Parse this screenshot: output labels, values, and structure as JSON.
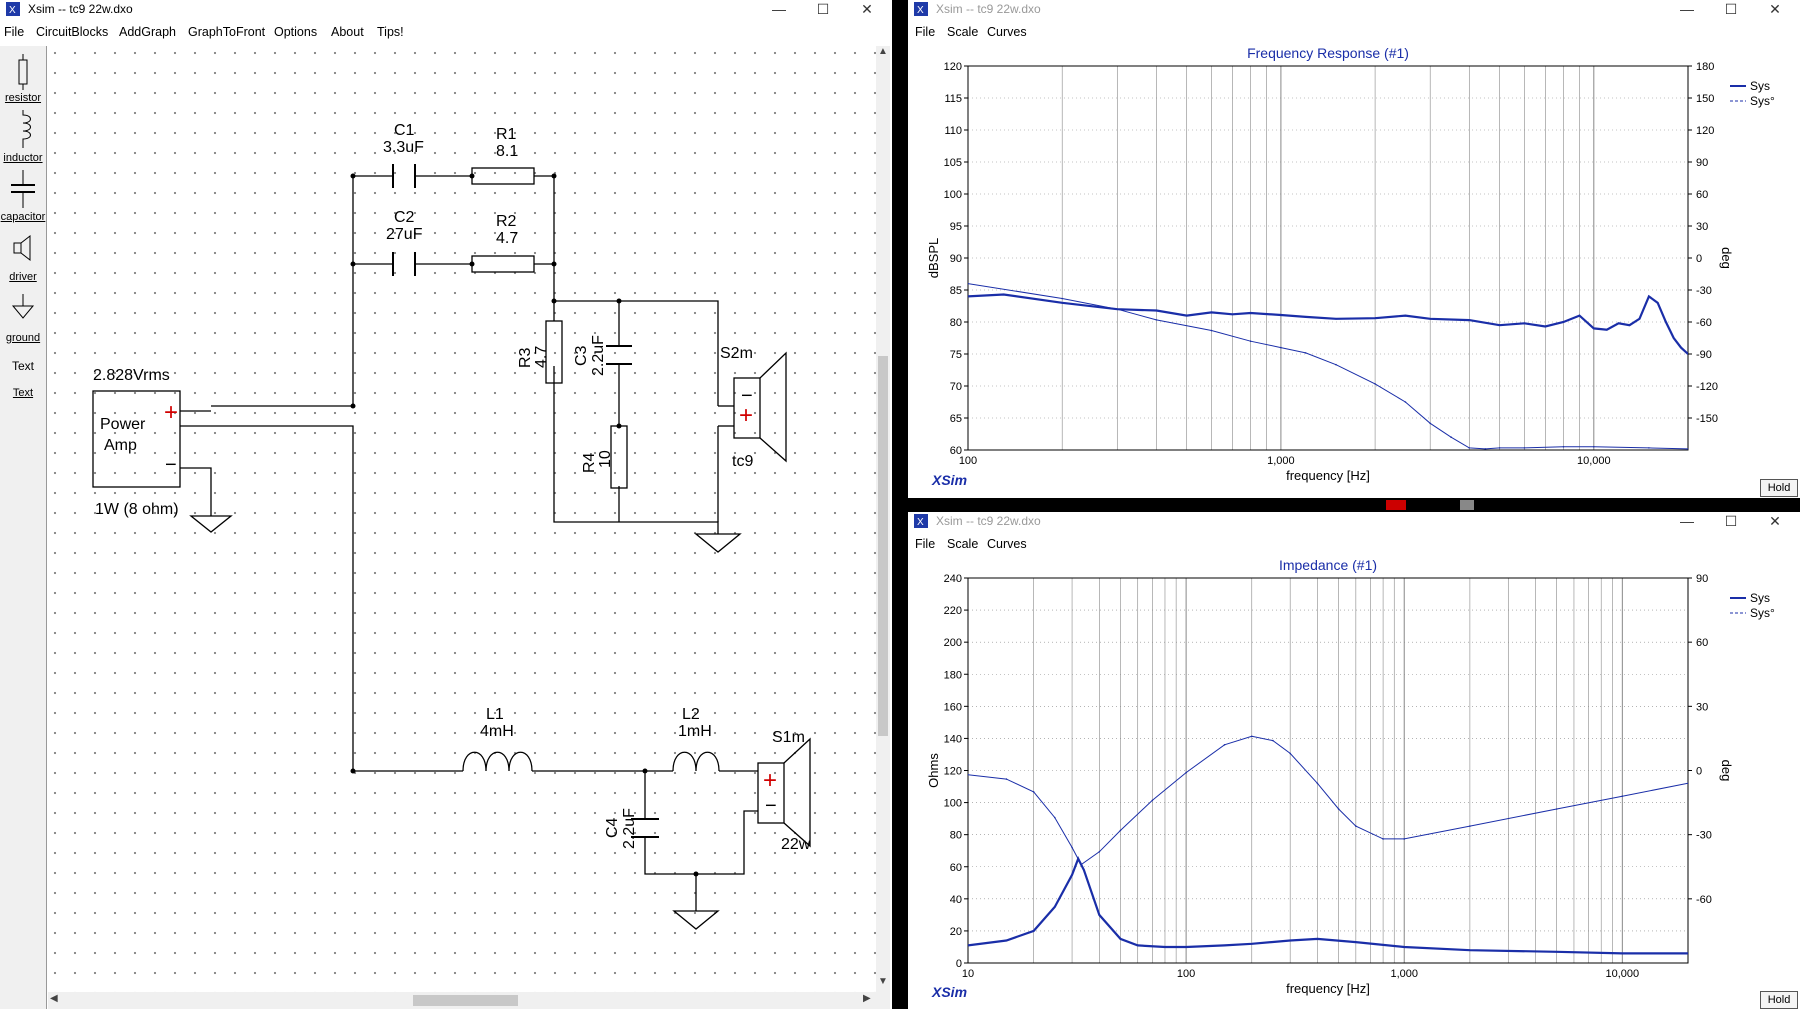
{
  "left_window": {
    "title": "Xsim -- tc9 22w.dxo",
    "menu": [
      "File",
      "CircuitBlocks",
      "AddGraph",
      "GraphToFront",
      "Options",
      "About",
      "Tips!"
    ],
    "tools": [
      "resistor",
      "inductor",
      "capacitor",
      "driver",
      "ground",
      "Text",
      "Text"
    ],
    "schematic": {
      "c1_name": "C1",
      "c1_value": "3.3uF",
      "r1_name": "R1",
      "r1_value": "8.1",
      "c2_name": "C2",
      "c2_value": "27uF",
      "r2_name": "R2",
      "r2_value": "4.7",
      "r3_name": "R3",
      "r3_value": "4.7",
      "c3_name": "C3",
      "c3_value": "2.2uF",
      "r4_name": "R4",
      "r4_value": "10",
      "amp_voltage": "2.828Vrms",
      "amp_label_1": "Power",
      "amp_label_2": "Amp",
      "amp_power": "1W (8 ohm)",
      "s2m_name": "S2m",
      "s2m_label": "tc9",
      "l1_name": "L1",
      "l1_value": "4mH",
      "l2_name": "L2",
      "l2_value": "1mH",
      "c4_name": "C4",
      "c4_value": "2.2uF",
      "s1m_name": "S1m",
      "s1m_label": "22w",
      "plus": "+",
      "minus": "−"
    }
  },
  "freq_window": {
    "title": "Xsim -- tc9 22w.dxo",
    "menu": [
      "File",
      "Scale",
      "Curves"
    ],
    "hold_label": "Hold",
    "brand": "XSim"
  },
  "imp_window": {
    "title": "Xsim -- tc9 22w.dxo",
    "menu": [
      "File",
      "Scale",
      "Curves"
    ],
    "hold_label": "Hold",
    "brand": "XSim"
  },
  "window_controls": {
    "minimize": "—",
    "maximize": "☐",
    "close": "✕"
  },
  "colors": {
    "curve": "#1a2ea8",
    "title": "#1a2ea8",
    "grid": "#888888"
  },
  "chart_data": [
    {
      "type": "line",
      "title": "Frequency Response (#1)",
      "xlabel": "frequency [Hz]",
      "ylabel": "dBSPL",
      "y2label": "deg",
      "xscale": "log",
      "xlim": [
        100,
        20000
      ],
      "ylim": [
        60,
        120
      ],
      "y2lim": [
        -180,
        180
      ],
      "x_tick_labels": [
        "100",
        "1,000",
        "10,000"
      ],
      "x_tick_values": [
        100,
        1000,
        10000
      ],
      "y_ticks": [
        60,
        65,
        70,
        75,
        80,
        85,
        90,
        95,
        100,
        105,
        110,
        115,
        120
      ],
      "y2_ticks": [
        -150,
        -120,
        -90,
        -60,
        -30,
        0,
        30,
        60,
        90,
        120,
        150,
        180
      ],
      "legend": [
        "Sys",
        "Sys°"
      ],
      "legend_position": "right",
      "grid": true,
      "series": [
        {
          "name": "Sys",
          "axis": "left",
          "style": "solid",
          "x": [
            100,
            130,
            200,
            300,
            400,
            500,
            600,
            700,
            800,
            1000,
            1200,
            1500,
            2000,
            2500,
            3000,
            4000,
            5000,
            6000,
            7000,
            8000,
            9000,
            10000,
            11000,
            12000,
            13000,
            14000,
            15000,
            16000,
            17000,
            18000,
            19000,
            20000
          ],
          "y": [
            84,
            84.3,
            83,
            82,
            81.8,
            81,
            81.5,
            81.2,
            81.4,
            81.1,
            80.8,
            80.5,
            80.6,
            81,
            80.5,
            80.3,
            79.5,
            79.8,
            79.3,
            80,
            81,
            79,
            78.8,
            79.8,
            79.5,
            80.5,
            84,
            83,
            80,
            77.5,
            76,
            75
          ]
        },
        {
          "name": "Sys°",
          "axis": "right",
          "style": "dashed",
          "x": [
            100,
            200,
            300,
            400,
            600,
            800,
            1000,
            1200,
            1500,
            2000,
            2500,
            3000,
            3500,
            4000,
            4500,
            5000,
            6000,
            8000,
            10000,
            15000,
            20000
          ],
          "y": [
            -24,
            -38,
            -48,
            -58,
            -68,
            -78,
            -84,
            -89,
            -100,
            -118,
            -135,
            -155,
            -168,
            -178,
            -179,
            -178,
            -178,
            -177,
            -177,
            -178,
            -179
          ]
        }
      ]
    },
    {
      "type": "line",
      "title": "Impedance (#1)",
      "xlabel": "frequency [Hz]",
      "ylabel": "Ohms",
      "y2label": "deg",
      "xscale": "log",
      "xlim": [
        10,
        20000
      ],
      "ylim": [
        0,
        240
      ],
      "y2lim": [
        -90,
        90
      ],
      "x_tick_labels": [
        "10",
        "100",
        "1,000",
        "10,000"
      ],
      "x_tick_values": [
        10,
        100,
        1000,
        10000
      ],
      "y_ticks": [
        0,
        20,
        40,
        60,
        80,
        100,
        120,
        140,
        160,
        180,
        200,
        220,
        240
      ],
      "y2_ticks": [
        -60,
        -30,
        0,
        30,
        60,
        90
      ],
      "legend": [
        "Sys",
        "Sys°"
      ],
      "legend_position": "right",
      "grid": true,
      "series": [
        {
          "name": "Sys",
          "axis": "left",
          "style": "solid",
          "x": [
            10,
            15,
            20,
            25,
            30,
            32,
            34,
            40,
            50,
            60,
            80,
            100,
            150,
            200,
            300,
            400,
            600,
            1000,
            2000,
            5000,
            10000,
            20000
          ],
          "y": [
            11,
            14,
            20,
            35,
            55,
            65,
            58,
            30,
            15,
            11,
            10,
            10,
            11,
            12,
            14,
            15,
            13,
            10,
            8,
            7,
            6,
            6
          ]
        },
        {
          "name": "Sys°",
          "axis": "right",
          "style": "solid-thin",
          "x": [
            10,
            15,
            20,
            25,
            30,
            33,
            40,
            50,
            70,
            100,
            150,
            200,
            250,
            300,
            400,
            500,
            600,
            800,
            1000,
            2000,
            5000,
            10000,
            20000
          ],
          "y": [
            -2,
            -4,
            -10,
            -22,
            -36,
            -44,
            -38,
            -28,
            -14,
            -1,
            12,
            16,
            14,
            8,
            -6,
            -18,
            -26,
            -32,
            -32,
            -26,
            -18,
            -12,
            -6
          ]
        }
      ]
    }
  ]
}
